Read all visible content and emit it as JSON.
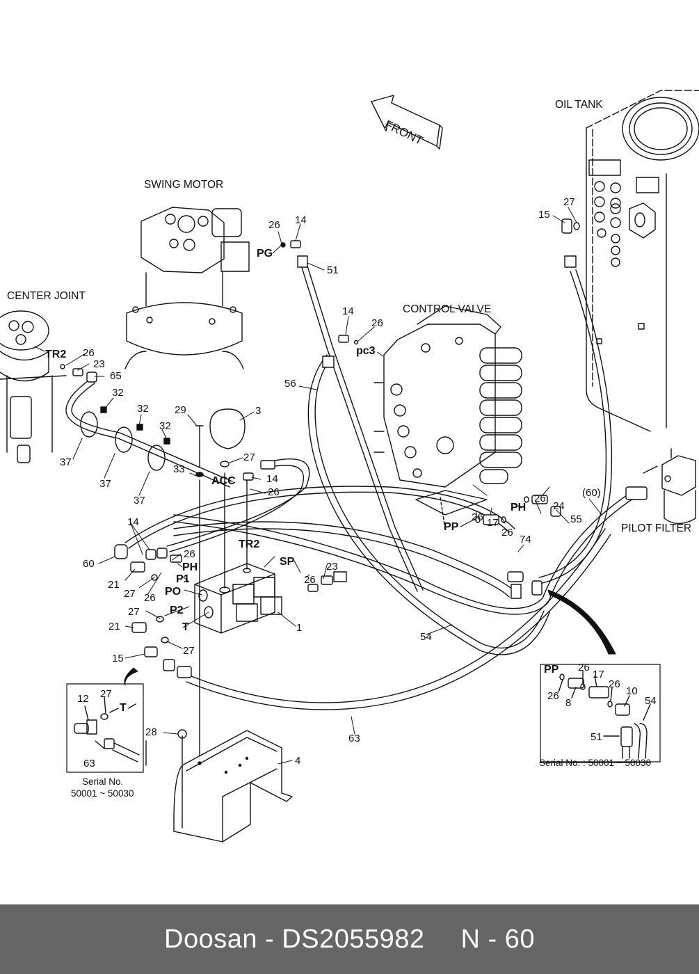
{
  "document": {
    "brand": "Doosan",
    "part_number": "DS2055982",
    "page": "N - 60",
    "footer_separator": "-"
  },
  "components": {
    "swing_motor": "SWING MOTOR",
    "center_joint": "CENTER JOINT",
    "control_valve": "CONTROL VALVE",
    "oil_tank": "OIL TANK",
    "pilot_filter": "PILOT FILTER",
    "front_arrow": "FRONT"
  },
  "ports": {
    "pg": "PG",
    "tr2_center": "TR2",
    "pc3": "pc3",
    "acc": "ACC",
    "tr2_block": "TR2",
    "sp": "SP",
    "ph_block": "PH",
    "p1": "P1",
    "po": "PO",
    "p2": "P2",
    "t": "T",
    "ph_valve": "PH",
    "pp": "PP",
    "pp_inset": "PP",
    "t_inset": "T"
  },
  "callouts": [
    {
      "id": "c26a",
      "text": "26"
    },
    {
      "id": "c14a",
      "text": "14"
    },
    {
      "id": "c51",
      "text": "51"
    },
    {
      "id": "c14b",
      "text": "14"
    },
    {
      "id": "c26b",
      "text": "26"
    },
    {
      "id": "c56",
      "text": "56"
    },
    {
      "id": "c15a",
      "text": "15"
    },
    {
      "id": "c27a",
      "text": "27"
    },
    {
      "id": "c26c",
      "text": "26"
    },
    {
      "id": "c23a",
      "text": "23"
    },
    {
      "id": "c65",
      "text": "65"
    },
    {
      "id": "c32a",
      "text": "32"
    },
    {
      "id": "c32b",
      "text": "32"
    },
    {
      "id": "c32c",
      "text": "32"
    },
    {
      "id": "c37a",
      "text": "37"
    },
    {
      "id": "c37b",
      "text": "37"
    },
    {
      "id": "c37c",
      "text": "37"
    },
    {
      "id": "c29",
      "text": "29"
    },
    {
      "id": "c3",
      "text": "3"
    },
    {
      "id": "c33",
      "text": "33"
    },
    {
      "id": "c27b",
      "text": "27"
    },
    {
      "id": "c14c",
      "text": "14"
    },
    {
      "id": "c26d",
      "text": "26"
    },
    {
      "id": "c14d",
      "text": "14"
    },
    {
      "id": "c60",
      "text": "60"
    },
    {
      "id": "c26e",
      "text": "26"
    },
    {
      "id": "c21a",
      "text": "21"
    },
    {
      "id": "c27c",
      "text": "27"
    },
    {
      "id": "c26f",
      "text": "26"
    },
    {
      "id": "c27d",
      "text": "27"
    },
    {
      "id": "c21b",
      "text": "21"
    },
    {
      "id": "c27e",
      "text": "27"
    },
    {
      "id": "c15b",
      "text": "15"
    },
    {
      "id": "c1",
      "text": "1"
    },
    {
      "id": "c26g",
      "text": "26"
    },
    {
      "id": "c23b",
      "text": "23"
    },
    {
      "id": "c54",
      "text": "54"
    },
    {
      "id": "c63",
      "text": "63"
    },
    {
      "id": "c28",
      "text": "28"
    },
    {
      "id": "c4",
      "text": "4"
    },
    {
      "id": "c26h",
      "text": "26"
    },
    {
      "id": "c24",
      "text": "24"
    },
    {
      "id": "c55",
      "text": "55"
    },
    {
      "id": "c26i",
      "text": "26"
    },
    {
      "id": "c17",
      "text": "17"
    },
    {
      "id": "c26j",
      "text": "26"
    },
    {
      "id": "c74",
      "text": "74"
    },
    {
      "id": "c60p",
      "text": "(60)"
    }
  ],
  "inset_left": {
    "callouts": [
      {
        "id": "l12",
        "text": "12"
      },
      {
        "id": "l27",
        "text": "27"
      },
      {
        "id": "l63",
        "text": "63"
      }
    ],
    "serial_line1": "Serial No.",
    "serial_line2": "50001 ~ 50030"
  },
  "inset_right": {
    "callouts": [
      {
        "id": "r26a",
        "text": "26"
      },
      {
        "id": "r8",
        "text": "8"
      },
      {
        "id": "r26b",
        "text": "26"
      },
      {
        "id": "r17",
        "text": "17"
      },
      {
        "id": "r26c",
        "text": "26"
      },
      {
        "id": "r10",
        "text": "10"
      },
      {
        "id": "r54",
        "text": "54"
      },
      {
        "id": "r51",
        "text": "51"
      }
    ],
    "serial": "Serial No. : 50001 ~ 50030"
  },
  "colors": {
    "ink": "#111111",
    "footer_bg": "#666666",
    "footer_text": "#ffffff"
  }
}
